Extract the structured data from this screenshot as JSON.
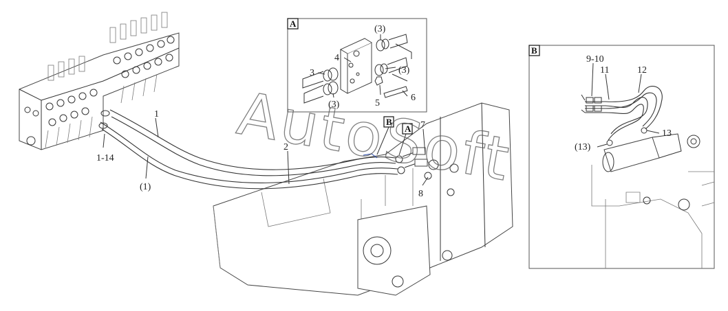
{
  "watermark": "AutoSoft",
  "detail_a": {
    "tag": "A",
    "labels": {
      "p3_top": "(3)",
      "p4": "4",
      "p3_left": "3",
      "p3_right": "(3)",
      "p3_bottom": "(3)",
      "p5": "5",
      "p6": "6"
    }
  },
  "detail_b": {
    "tag": "B",
    "labels": {
      "p9_10": "9-10",
      "p11": "11",
      "p12": "12",
      "p13": "13",
      "p13_paren": "(13)"
    }
  },
  "main": {
    "labels": {
      "p1": "1",
      "p1_14": "1-14",
      "p1_paren": "(1)",
      "p2": "2",
      "p7": "7",
      "p8": "8",
      "callout_a": "A",
      "callout_b": "B"
    }
  }
}
